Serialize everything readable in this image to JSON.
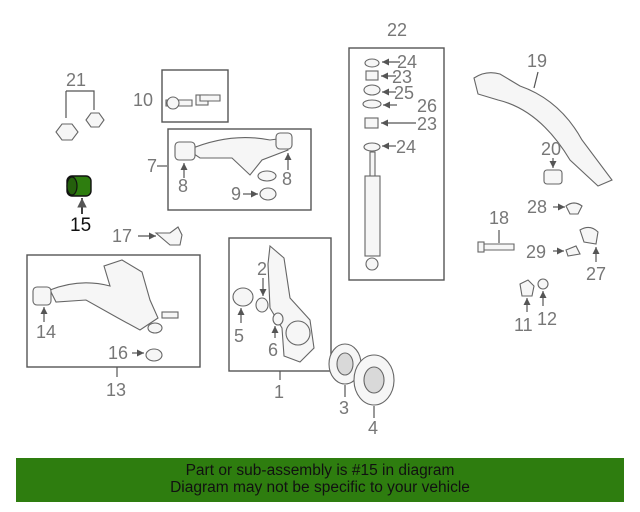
{
  "banner": {
    "line1": "Part or sub-assembly is #15 in diagram",
    "line2": "Diagram may not be specific to your vehicle"
  },
  "colors": {
    "banner": "#2e7d0f",
    "highlight": "#2e7d0f"
  },
  "callouts": {
    "c1": "1",
    "c2": "2",
    "c3": "3",
    "c4": "4",
    "c5": "5",
    "c6": "6",
    "c7": "7",
    "c8a": "8",
    "c8b": "8",
    "c9": "9",
    "c10": "10",
    "c11": "11",
    "c12": "12",
    "c13": "13",
    "c14": "14",
    "c15": "15",
    "c16": "16",
    "c17": "17",
    "c18": "18",
    "c19": "19",
    "c20": "20",
    "c21": "21",
    "c22": "22",
    "c23a": "23",
    "c23b": "23",
    "c24a": "24",
    "c24b": "24",
    "c25": "25",
    "c26": "26",
    "c27": "27",
    "c28": "28",
    "c29": "29"
  }
}
